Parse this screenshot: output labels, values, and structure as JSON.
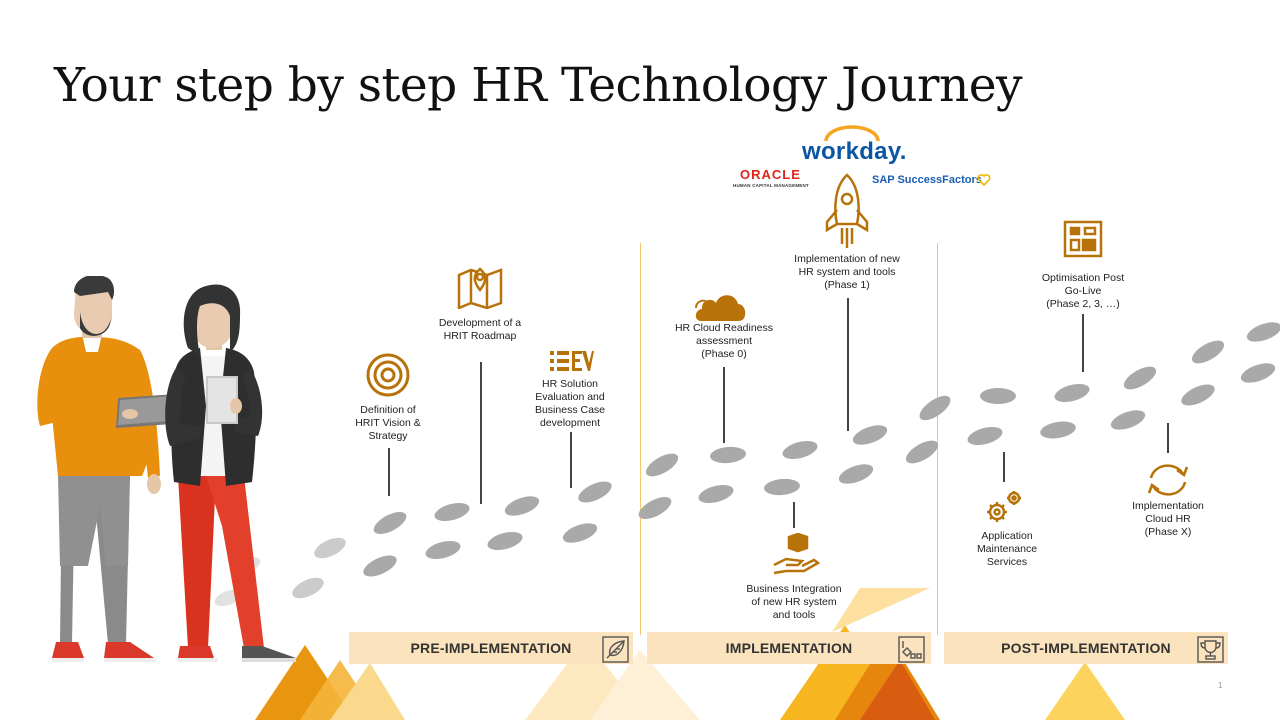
{
  "title": "Your step by step HR Technology Journey",
  "colors": {
    "accent": "#b8720a",
    "footprint": "#a9a9a9",
    "phase_bar": "#fbe3bd",
    "divider": "#f3c66b"
  },
  "logos": {
    "workday": "workday.",
    "oracle": "ORACLE",
    "oracle_sub": "HUMAN CAPITAL MANAGEMENT",
    "sap": "SAP SuccessFactors"
  },
  "steps": [
    {
      "icon": "target-icon",
      "lines": [
        "Definition of",
        "HRIT Vision &",
        "Strategy"
      ]
    },
    {
      "icon": "map-pin-icon",
      "lines": [
        "Development of a",
        "HRIT Roadmap"
      ]
    },
    {
      "icon": "checklist-icon",
      "lines": [
        "HR Solution",
        "Evaluation and",
        "Business Case",
        "development"
      ]
    },
    {
      "icon": "cloud-icon",
      "lines": [
        "HR Cloud Readiness",
        "assessment",
        "(Phase 0)"
      ]
    },
    {
      "icon": "rocket-icon",
      "lines": [
        "Implementation of new",
        "HR system and tools",
        "(Phase 1)"
      ]
    },
    {
      "icon": "hand-box-icon",
      "lines": [
        "Business Integration",
        "of new HR system",
        "and tools"
      ]
    },
    {
      "icon": "gears-icon",
      "lines": [
        "Application",
        "Maintenance",
        "Services"
      ]
    },
    {
      "icon": "board-icon",
      "lines": [
        "Optimisation Post",
        "Go-Live",
        "(Phase 2, 3, …)"
      ]
    },
    {
      "icon": "refresh-icon",
      "lines": [
        "Implementation",
        "Cloud HR",
        "(Phase X)"
      ]
    }
  ],
  "phases": [
    {
      "label": "PRE-IMPLEMENTATION",
      "icon": "feather-icon"
    },
    {
      "label": "IMPLEMENTATION",
      "icon": "blueprint-icon"
    },
    {
      "label": "POST-IMPLEMENTATION",
      "icon": "trophy-icon"
    }
  ],
  "page_number": "1"
}
